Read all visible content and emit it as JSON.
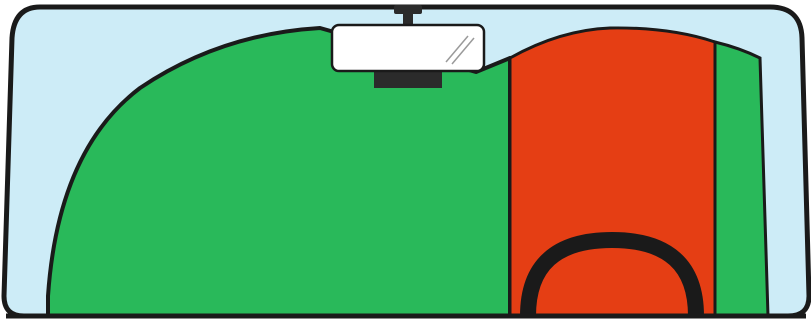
{
  "scene": {
    "subject": "windshield-view-with-rearview-mirror",
    "colors": {
      "glass": "#CDECF7",
      "outline": "#1A1A1A",
      "green": "#29B95A",
      "red_orange": "#E53E14",
      "mirror_face": "#FFFFFF",
      "mirror_mount": "#2B2B2B"
    },
    "elements": {
      "windshield": "windshield-frame",
      "mirror": "rearview-mirror",
      "green_shape": "green-shape",
      "red_panel": "red-panel",
      "green_strip": "right-green-strip",
      "arch": "black-arch"
    }
  }
}
